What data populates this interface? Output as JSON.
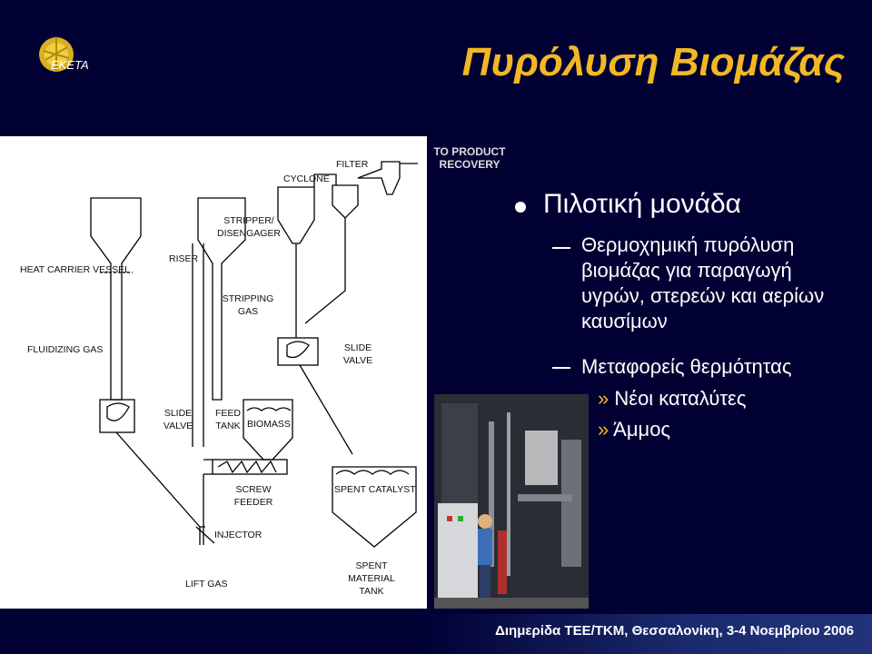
{
  "title": "Πυρόλυση Βιομάζας",
  "logo": {
    "text": "ΕΚΕΤΑ",
    "icon": "emblem-icon",
    "color": "#e8c02a"
  },
  "diagram": {
    "labels": {
      "heat_carrier_vessel": "HEAT CARRIER VESSEL",
      "fluidizing_gas": "FLUIDIZING GAS",
      "riser": "RISER",
      "slide_valve_left": "SLIDE VALVE",
      "stripper": "STRIPPER/ DISENGAGER",
      "stripping_gas": "STRIPPING GAS",
      "feed_tank": "FEED TANK",
      "biomass": "BIOMASS",
      "cyclone": "CYCLONE",
      "filter": "FILTER",
      "to_product": "TO PRODUCT RECOVERY",
      "slide_valve_right": "SLIDE VALVE",
      "screw_feeder": "SCREW FEEDER",
      "spent_catalyst": "SPENT CATALYST",
      "injector": "INJECTOR",
      "lift_gas": "LIFT GAS",
      "spent_material_tank": "SPENT MATERIAL TANK"
    }
  },
  "bullets": {
    "main": "Πιλοτική μονάδα",
    "items": [
      "Θερμοχημική πυρόλυση βιομάζας για παραγωγή υγρών, στερεών και αερίων καυσίμων",
      "Μεταφορείς θερμότητας"
    ],
    "sub_marker": "»",
    "sub_items": [
      "Νέοι καταλύτες",
      "Άμμος"
    ]
  },
  "photo": {
    "icon": "pilot-plant-photo"
  },
  "footer": "Διημερίδα ΤΕΕ/ΤΚΜ, Θεσσαλονίκη, 3-4 Νοεμβρίου 2006",
  "colors": {
    "background": "#000033",
    "title": "#f2b824",
    "text": "#ffffff"
  }
}
